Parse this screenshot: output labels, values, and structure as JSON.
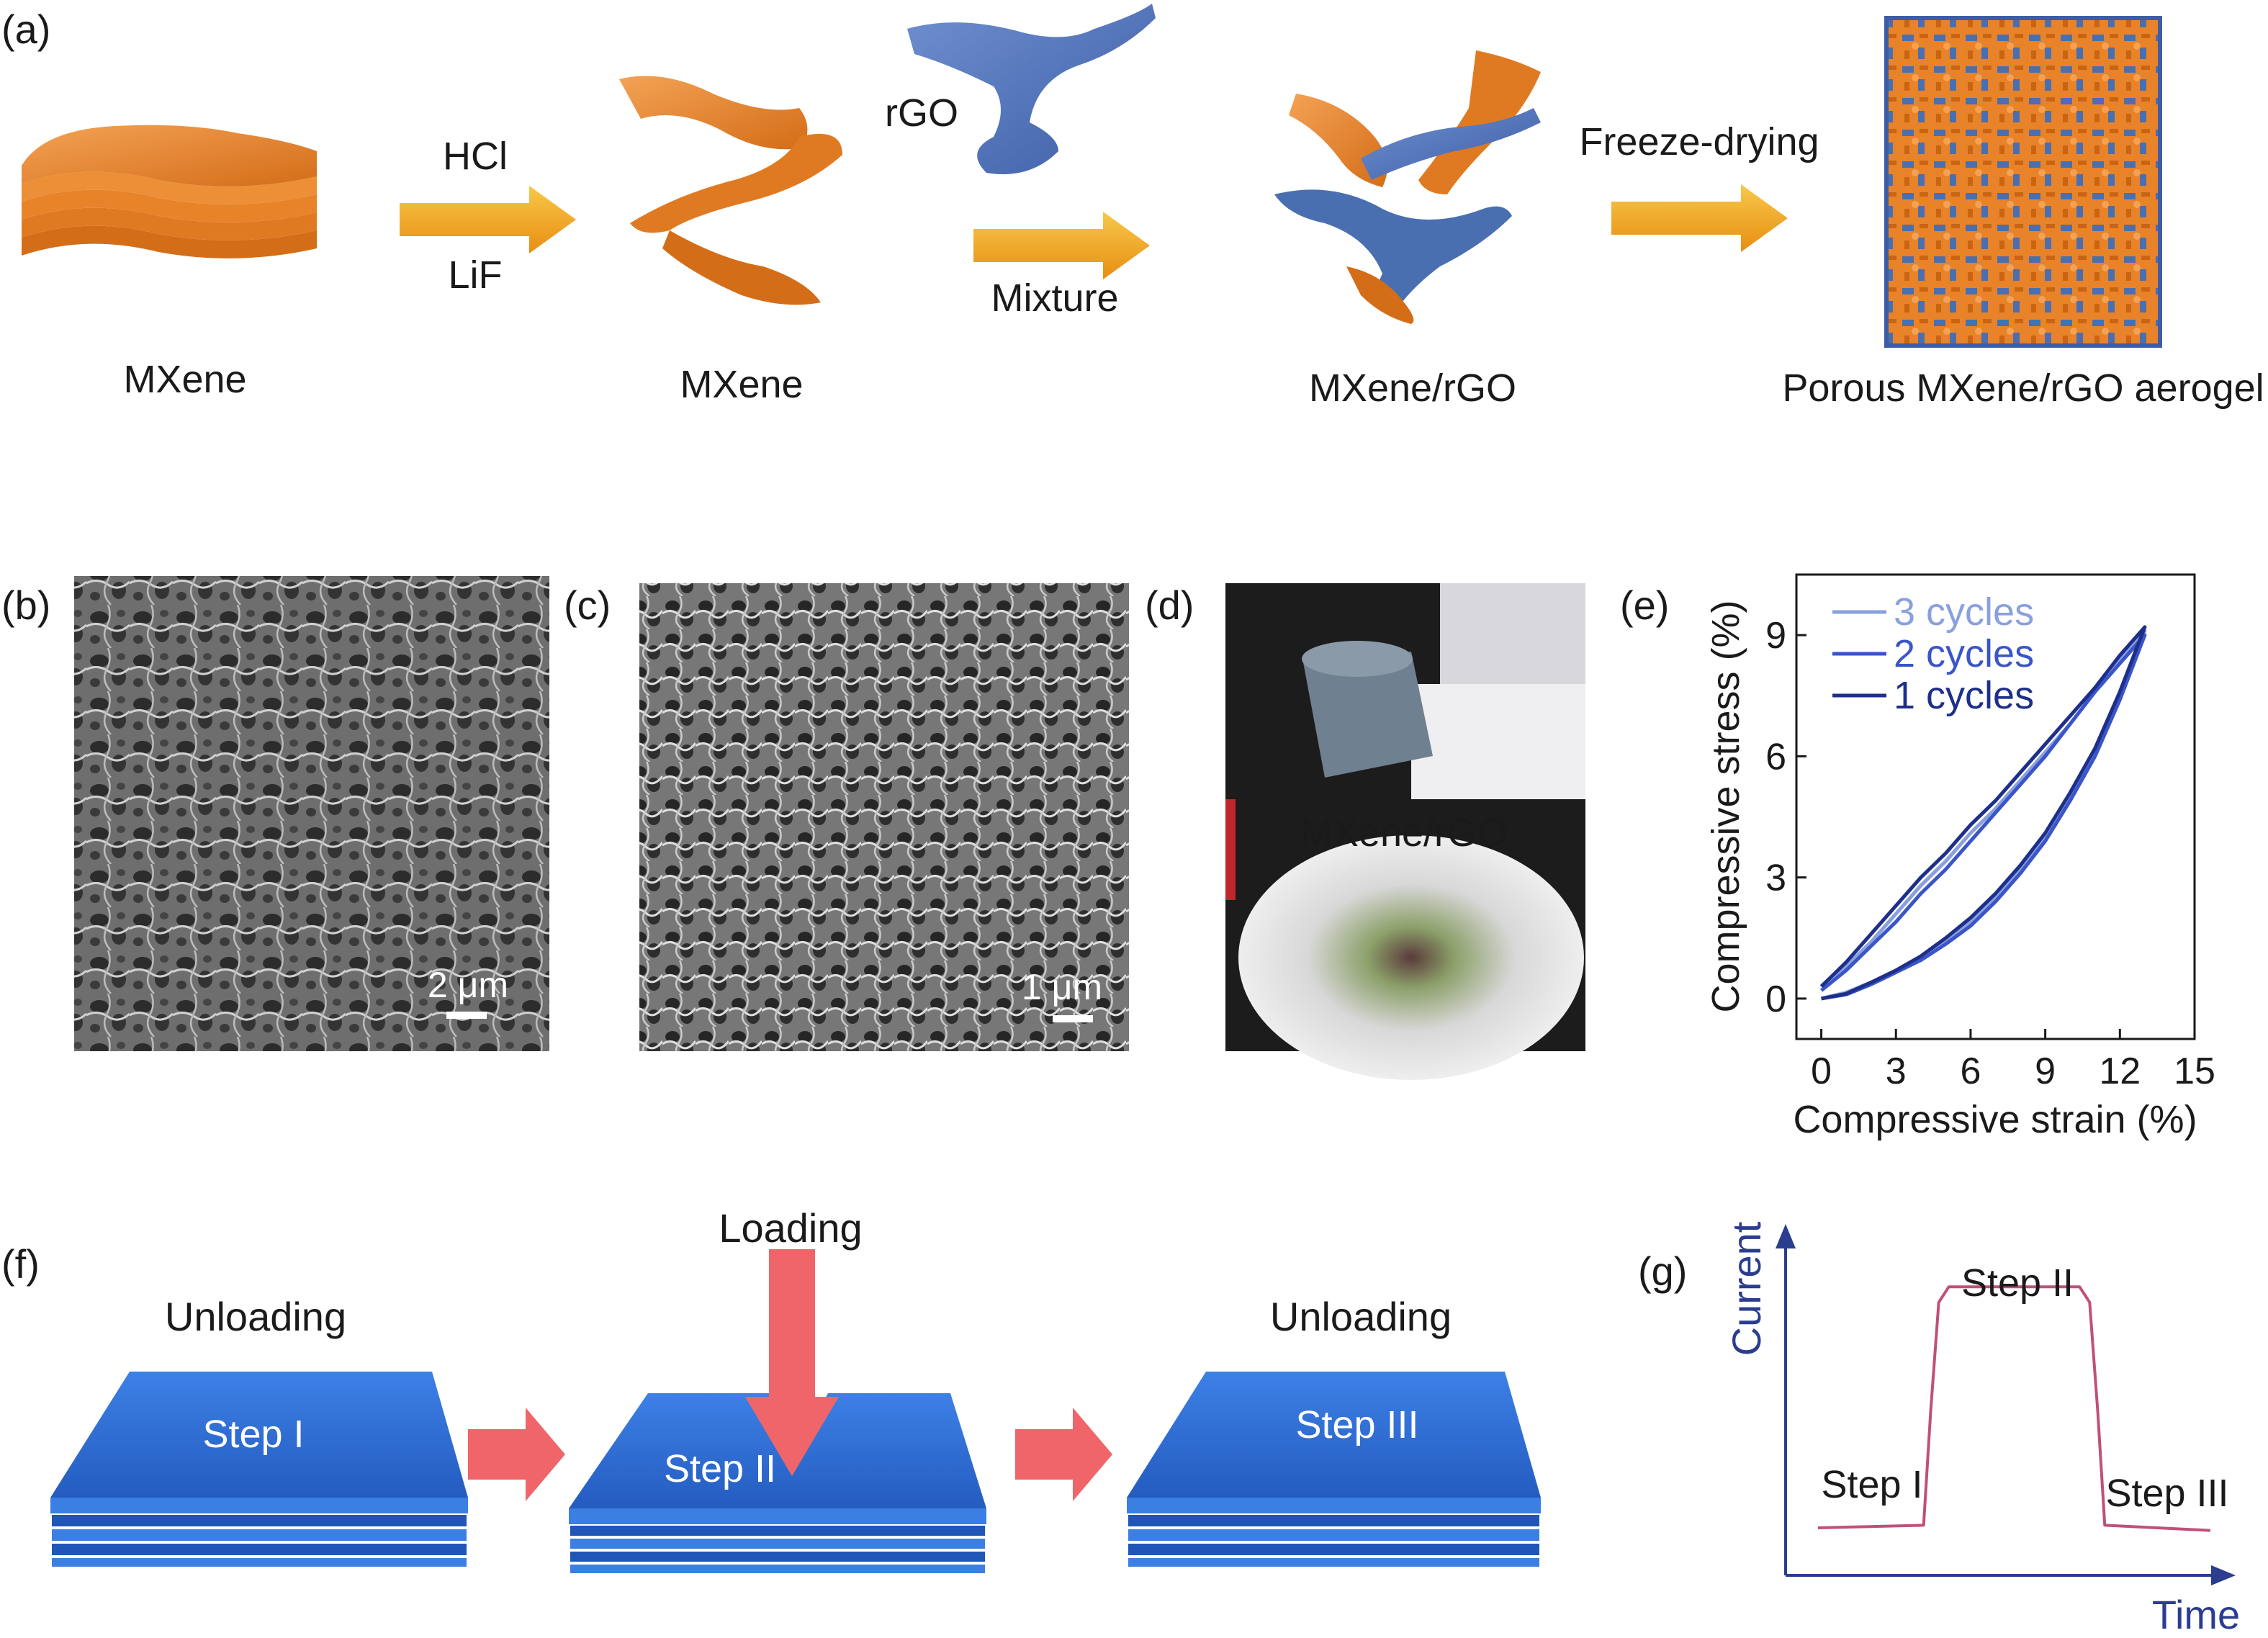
{
  "panel_labels": {
    "a": "(a)",
    "b": "(b)",
    "c": "(c)",
    "d": "(d)",
    "e": "(e)",
    "f": "(f)",
    "g": "(g)"
  },
  "panel_a": {
    "step1_label": "MXene",
    "arrow1_top": "HCl",
    "arrow1_bottom": "LiF",
    "step2_label": "MXene",
    "rgo_label": "rGO",
    "arrow2_label": "Mixture",
    "step3_label": "MXene/rGO",
    "arrow3_label": "Freeze-drying",
    "step4_label": "Porous MXene/rGO aerogel",
    "colors": {
      "mxene": "#e8832a",
      "rgo": "#4a6fb0",
      "arrow": "#f2a51c"
    }
  },
  "panel_b": {
    "scale_bar": "2 μm"
  },
  "panel_c": {
    "scale_bar": "1 μm"
  },
  "panel_d": {
    "overlay": "MXene/rGO"
  },
  "chart_data": [
    {
      "type": "line",
      "panel": "e",
      "xlabel": "Compressive strain (%)",
      "ylabel": "Compressive stress (%)",
      "xlim": [
        -1,
        15
      ],
      "ylim": [
        -1,
        10.5
      ],
      "xticks": [
        "0",
        "3",
        "6",
        "9",
        "12",
        "15"
      ],
      "yticks": [
        "0",
        "3",
        "6",
        "9"
      ],
      "legend_position": "top-left",
      "series": [
        {
          "name": "3 cycles",
          "color": "#8aa0de",
          "loading": {
            "x": [
              0,
              1,
              2,
              3,
              4,
              5,
              6,
              7,
              8,
              9,
              10,
              11,
              12,
              13
            ],
            "y": [
              0.3,
              0.8,
              1.4,
              2.1,
              2.8,
              3.4,
              4.1,
              4.7,
              5.4,
              6.1,
              6.8,
              7.6,
              8.4,
              9.1
            ]
          },
          "unloading": {
            "x": [
              13,
              12,
              11,
              10,
              9,
              8,
              7,
              6,
              5,
              4,
              3,
              2,
              1,
              0
            ],
            "y": [
              9.1,
              7.5,
              6.1,
              5.0,
              4.0,
              3.2,
              2.5,
              1.9,
              1.4,
              1.0,
              0.7,
              0.4,
              0.15,
              0.0
            ]
          }
        },
        {
          "name": "2 cycles",
          "color": "#3a55c8",
          "loading": {
            "x": [
              0,
              1,
              2,
              3,
              4,
              5,
              6,
              7,
              8,
              9,
              10,
              11,
              12,
              13
            ],
            "y": [
              0.2,
              0.7,
              1.3,
              1.9,
              2.6,
              3.2,
              3.9,
              4.6,
              5.3,
              6.0,
              6.8,
              7.6,
              8.3,
              9.0
            ]
          },
          "unloading": {
            "x": [
              13,
              12,
              11,
              10,
              9,
              8,
              7,
              6,
              5,
              4,
              3,
              2,
              1,
              0
            ],
            "y": [
              9.0,
              7.4,
              6.0,
              4.9,
              3.9,
              3.1,
              2.4,
              1.8,
              1.35,
              0.95,
              0.65,
              0.35,
              0.1,
              0.0
            ]
          }
        },
        {
          "name": "1 cycles",
          "color": "#1e2f8a",
          "loading": {
            "x": [
              0,
              1,
              2,
              3,
              4,
              5,
              6,
              7,
              8,
              9,
              10,
              11,
              12,
              13
            ],
            "y": [
              0.3,
              0.9,
              1.6,
              2.3,
              3.0,
              3.6,
              4.3,
              4.9,
              5.6,
              6.3,
              7.0,
              7.7,
              8.5,
              9.2
            ]
          },
          "unloading": {
            "x": [
              13,
              12,
              11,
              10,
              9,
              8,
              7,
              6,
              5,
              4,
              3,
              2,
              1,
              0
            ],
            "y": [
              9.2,
              7.6,
              6.2,
              5.1,
              4.1,
              3.3,
              2.6,
              2.0,
              1.5,
              1.05,
              0.7,
              0.4,
              0.12,
              0.0
            ]
          }
        }
      ]
    },
    {
      "type": "line",
      "panel": "g",
      "xlabel": "Time",
      "ylabel": "Current",
      "axis_color": "#2a3d8f",
      "line_color": "#c0507a",
      "annotations": [
        "Step I",
        "Step II",
        "Step III"
      ],
      "series": [
        {
          "x": [
            0,
            1.05,
            1.12,
            1.2,
            1.3,
            2.6,
            2.7,
            2.78,
            2.85,
            3.9
          ],
          "y": [
            0.05,
            0.06,
            0.5,
            0.92,
            0.98,
            0.98,
            0.92,
            0.5,
            0.06,
            0.04
          ]
        }
      ]
    }
  ],
  "panel_f": {
    "step1_title": "Unloading",
    "step1_label": "Step I",
    "loading_label": "Loading",
    "step2_label": "Step II",
    "step3_title": "Unloading",
    "step3_label": "Step III",
    "colors": {
      "sheet": "#2f6fd6",
      "layer": "#1f56b8",
      "arrow": "#f0656a"
    }
  }
}
